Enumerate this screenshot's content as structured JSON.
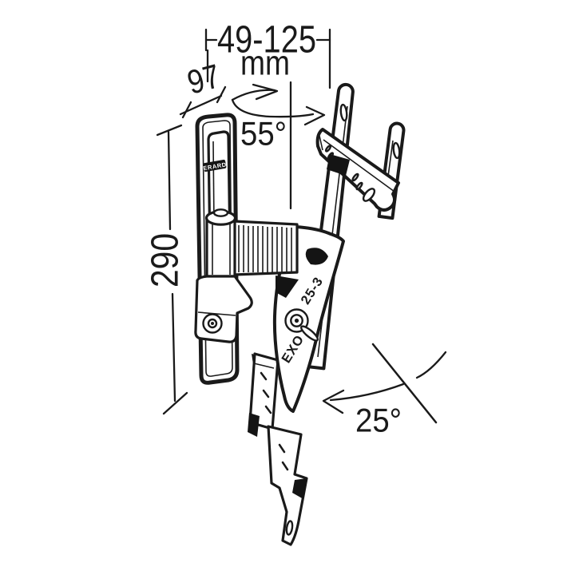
{
  "colors": {
    "background": "#ffffff",
    "line": "#1a1a1a"
  },
  "annotations": {
    "width_range": "49-125",
    "width_unit": "mm",
    "depth": "97",
    "height": "290",
    "swivel_angle": "55°",
    "tilt_angle": "25°"
  },
  "product": {
    "brand": "ERARD",
    "model_prefix": "EXO",
    "model_suffix": "25-3"
  }
}
